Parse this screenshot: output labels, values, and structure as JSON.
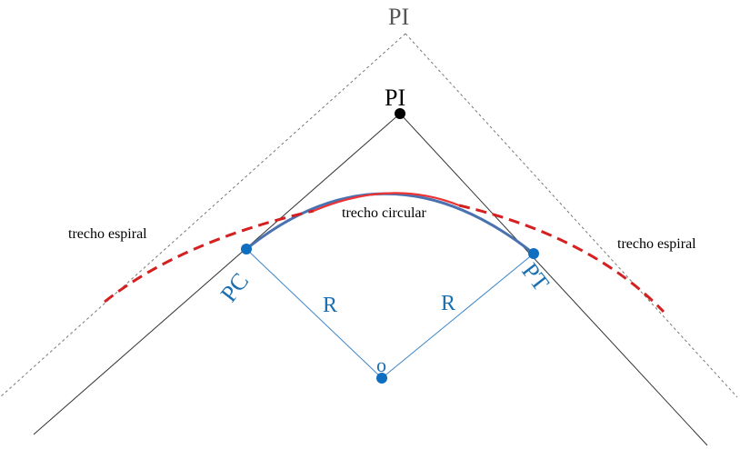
{
  "labels": {
    "pi_outer": "PI",
    "pi_inner": "PI",
    "pc": "PC",
    "pt": "PT",
    "radius_left": "R",
    "radius_right": "R",
    "center": "o",
    "circular_section": "trecho circular",
    "spiral_left": "trecho espiral",
    "spiral_right": "trecho espiral"
  },
  "colors": {
    "tangent_line": "#333333",
    "outer_tangent_dashed": "#777777",
    "spiral_dashed": "#d42020",
    "circular_red": "#ee3333",
    "circular_blue": "#4a72b0",
    "point_blue": "#0e6fc1",
    "label_blue": "#1a6fb0",
    "pi_outer_gray": "#555555",
    "black": "#000000"
  }
}
